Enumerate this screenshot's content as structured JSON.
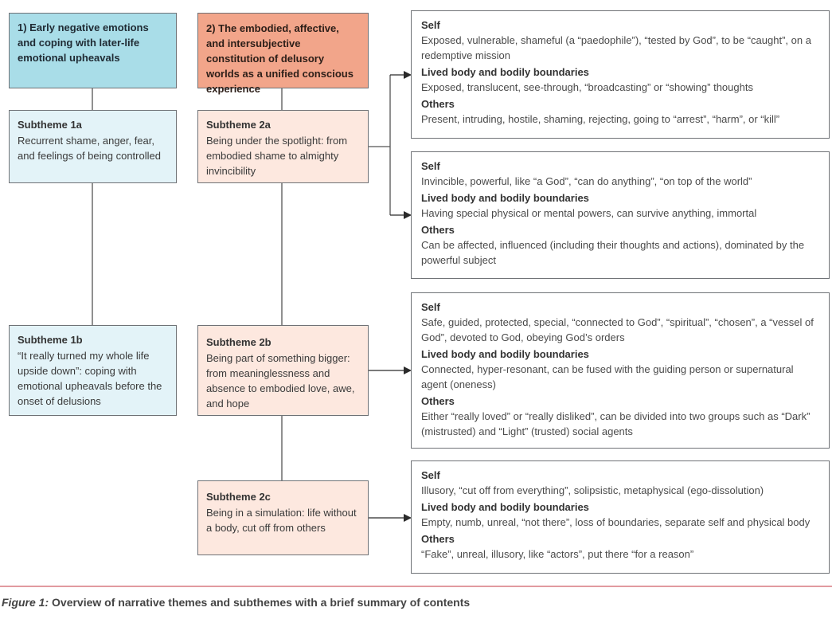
{
  "theme1": {
    "title": "1) Early negative emotions and coping with later-life emotional upheavals"
  },
  "theme2": {
    "title": "2) The embodied, affective, and intersubjective constitution of delusory worlds as a unified conscious experience"
  },
  "subthemes": {
    "s1a": {
      "label": "Subtheme 1a",
      "text": "Recurrent shame, anger, fear, and feelings of being controlled"
    },
    "s1b": {
      "label": "Subtheme 1b",
      "text": "“It really turned my whole life upside down”: coping with emotional upheavals before the onset of delusions"
    },
    "s2a": {
      "label": "Subtheme 2a",
      "text": "Being under the spotlight: from embodied shame to almighty invincibility"
    },
    "s2b": {
      "label": "Subtheme 2b",
      "text": "Being part of something bigger: from meaninglessness and absence to embodied love, awe, and hope"
    },
    "s2c": {
      "label": "Subtheme 2c",
      "text": "Being in a simulation: life without a body, cut off from others"
    }
  },
  "section_labels": {
    "self": "Self",
    "body": "Lived body and bodily boundaries",
    "others": "Others"
  },
  "details": [
    {
      "self": "Exposed, vulnerable, shameful (a “paedophile”), “tested by God”, to be “caught”, on a redemptive mission",
      "body": "Exposed, translucent, see-through, “broadcasting” or “showing” thoughts",
      "others": "Present, intruding, hostile, shaming, rejecting, going to “arrest”, “harm”, or “kill”"
    },
    {
      "self": "Invincible, powerful, like “a God”, “can do anything”, “on top of the world”",
      "body": "Having special physical or mental powers, can survive anything, immortal",
      "others": "Can be affected, influenced (including their thoughts and actions), dominated by the powerful subject"
    },
    {
      "self": "Safe, guided, protected, special, “connected to God”, “spiritual”, “chosen”, a “vessel of God”, devoted to God, obeying God’s orders",
      "body": "Connected, hyper-resonant, can be fused with the guiding person or supernatural agent (oneness)",
      "others": "Either “really loved” or “really disliked”, can be divided into two groups such as “Dark” (mistrusted) and “Light” (trusted) social agents"
    },
    {
      "self": "Illusory, “cut off from everything”, solipsistic, metaphysical (ego-dissolution)",
      "body": "Empty, numb, unreal, “not there”, loss of boundaries, separate self and physical body",
      "others": "“Fake”, unreal, illusory, like “actors”, put there “for a reason”"
    }
  ],
  "caption": {
    "figure_label": "Figure 1:",
    "text": " Overview of narrative themes and subthemes with a brief summary of contents"
  },
  "colors": {
    "theme1_fill": "#a9dde8",
    "theme2_fill": "#f2a58a",
    "subtheme1_fill": "#e3f3f8",
    "subtheme2_fill": "#fde8df",
    "footer_rule": "#e19aa0"
  }
}
